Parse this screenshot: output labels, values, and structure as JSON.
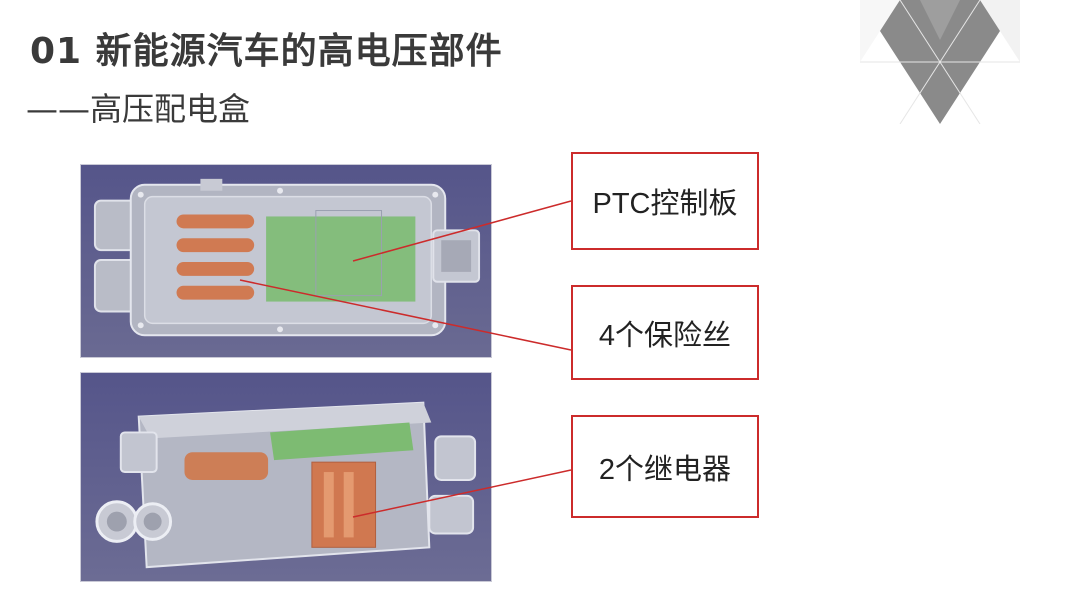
{
  "header": {
    "title": "01 新能源汽车的高电压部件",
    "subtitle": "——高压配电盒"
  },
  "callouts": [
    {
      "label": "PTC控制板"
    },
    {
      "label": "4个保险丝"
    },
    {
      "label": "2个继电器"
    }
  ],
  "colors": {
    "accent_red": "#cc2b2b",
    "title_text": "#3a3a3a",
    "photo_background": "#5a5a86",
    "corner_triangle": "#8a8a8a"
  }
}
